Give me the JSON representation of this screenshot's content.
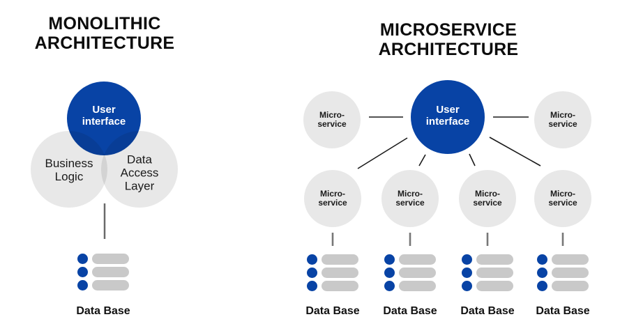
{
  "colors": {
    "primary_blue": "#0843a5",
    "service_circle_gray": "#e8e8e8",
    "db_bar_gray": "#c9c9c9",
    "connector_black": "#1a1a1a",
    "connector_gray": "#6a6a6a",
    "text_dark": "#111111",
    "text_white": "#ffffff"
  },
  "monolithic": {
    "title": "MONOLITHIC\nARCHITECTURE",
    "layers": [
      {
        "label": "User\ninterface"
      },
      {
        "label": "Business\nLogic"
      },
      {
        "label": "Data\nAccess\nLayer"
      }
    ],
    "database": {
      "label": "Data Base"
    }
  },
  "microservice": {
    "title": "MICROSERVICE\nARCHITECTURE",
    "hub": {
      "label": "User\ninterface"
    },
    "services": [
      {
        "label": "Micro-\nservice"
      },
      {
        "label": "Micro-\nservice"
      },
      {
        "label": "Micro-\nservice"
      },
      {
        "label": "Micro-\nservice"
      },
      {
        "label": "Micro-\nservice"
      },
      {
        "label": "Micro-\nservice"
      }
    ],
    "databases": [
      {
        "label": "Data Base"
      },
      {
        "label": "Data Base"
      },
      {
        "label": "Data Base"
      },
      {
        "label": "Data Base"
      }
    ]
  }
}
